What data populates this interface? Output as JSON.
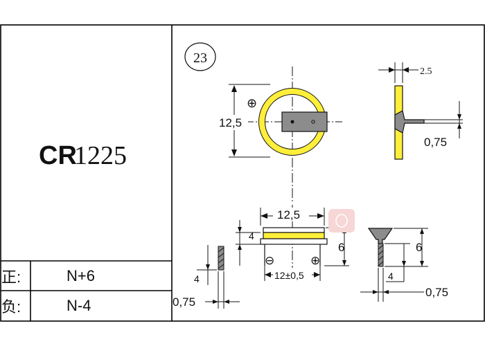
{
  "title_block": {
    "model_prefix": "CR",
    "model_number": "1225",
    "positive_label": "正:",
    "positive_value": "N+6",
    "negative_label": "负:",
    "negative_value": "N-4"
  },
  "drawing": {
    "item_number": "23",
    "dims": {
      "diameter_top": "12,5",
      "tab_thickness": "2.5",
      "pin_width_side": "0,75",
      "width_front": "12,5",
      "height_4": "4",
      "height_6": "6",
      "pin_spacing": "12±0,5",
      "pin_left_4": "4",
      "pin_width_left": "0,75",
      "tee_height_6": "6",
      "tee_height_4": "4",
      "tee_width": "0,75"
    },
    "symbols": {
      "plus": "⊕",
      "minus": "⊖"
    }
  },
  "colors": {
    "cell": "#ffef3a",
    "tab": "#8c8c8c",
    "line": "#111111",
    "watermark": "#f7d6d6"
  }
}
